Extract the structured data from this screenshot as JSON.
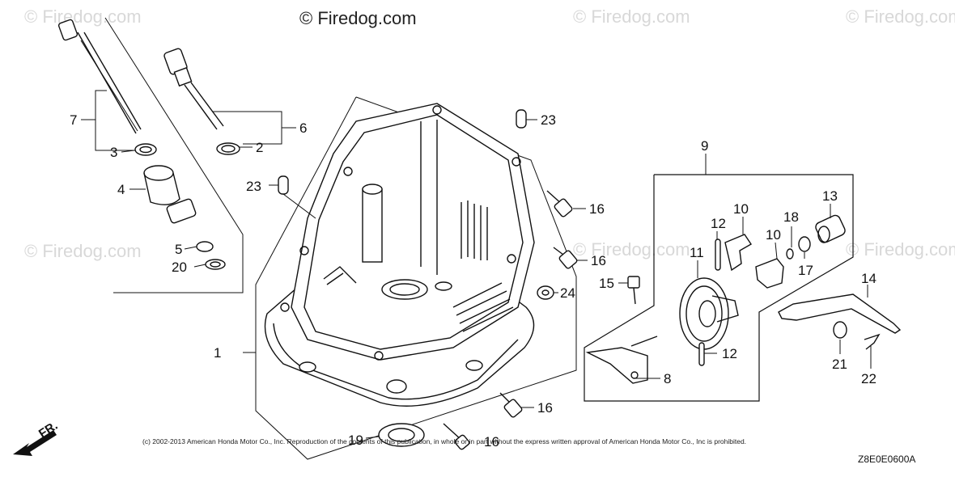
{
  "watermarks": {
    "main": "© Firedog.com",
    "faded": "© Firedog.com"
  },
  "copyright": "(c) 2002-2013 American Honda Motor Co., Inc. Reproduction of the contents of this publication, in whole or in part without the express written approval of American Honda Motor Co., Inc is prohibited.",
  "diagram_code": "Z8E0E0600A",
  "direction_label": "FR.",
  "callouts": {
    "c1": "1",
    "c2": "2",
    "c3": "3",
    "c4": "4",
    "c5": "5",
    "c6": "6",
    "c7": "7",
    "c8": "8",
    "c9": "9",
    "c10a": "10",
    "c10b": "10",
    "c11": "11",
    "c12a": "12",
    "c12b": "12",
    "c13": "13",
    "c14": "14",
    "c15": "15",
    "c16a": "16",
    "c16b": "16",
    "c16c": "16",
    "c16d": "16",
    "c17": "17",
    "c18": "18",
    "c19": "19",
    "c20": "20",
    "c21": "21",
    "c22": "22",
    "c23a": "23",
    "c23b": "23",
    "c24": "24"
  }
}
